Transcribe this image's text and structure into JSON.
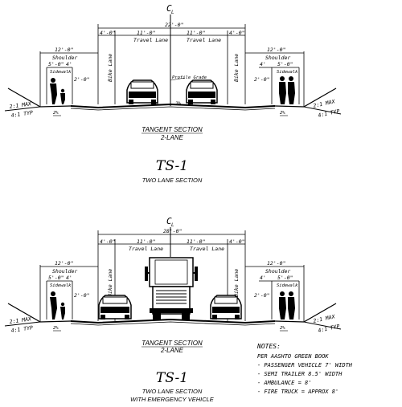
{
  "top": {
    "centerline": "C",
    "centerline_sub": "L",
    "total_width": "22'-0\"",
    "bike_dim_left": "4'-0\"",
    "bike_dim_right": "4'-0\"",
    "travel_dim_left": "11'-0\"",
    "travel_dim_right": "11'-0\"",
    "travel_lane_left": "Travel Lane",
    "travel_lane_right": "Travel Lane",
    "bike_lane_left": "Bike Lane",
    "bike_lane_right": "Bike Lane",
    "profile_grade": "Profile Grade",
    "slope_center_left": "2%",
    "slope_center_right": "2%",
    "shoulder_dim_left": "12'-0\"",
    "shoulder_dim_right": "12'-0\"",
    "shoulder_left": "Shoulder",
    "shoulder_right": "Shoulder",
    "sidewalk_dim_left": "5'-0\"",
    "buffer_dim_left": "4'",
    "sidewalk_dim_right": "5'-0\"",
    "buffer_dim_right": "4'",
    "sidewalk_left": "Sidewalk",
    "sidewalk_right": "Sidewalk",
    "curb_dim_left": "2'-0\"",
    "curb_dim_right": "2'-0\"",
    "side_slope_left": "2%",
    "side_slope_right": "2%",
    "max_left": "2:1 MAX",
    "typ_left": "4:1 TYP",
    "max_right": "2:1 MAX",
    "typ_right": "4:1 TYP",
    "caption_line1": "TANGENT SECTION",
    "caption_line2": "2-LANE",
    "ts_title": "TS-1",
    "ts_subtitle": "TWO LANE SECTION"
  },
  "bottom": {
    "centerline": "C",
    "centerline_sub": "L",
    "total_width": "28'-0\"",
    "bike_dim_left": "4'-0\"",
    "bike_dim_right": "4'-0\"",
    "travel_dim_left": "11'-0\"",
    "travel_dim_right": "11'-0\"",
    "travel_lane_left": "Travel Lane",
    "travel_lane_right": "Travel Lane",
    "bike_lane_left": "Bike Lane",
    "bike_lane_right": "Bike Lane",
    "shoulder_dim_left": "12'-0\"",
    "shoulder_dim_right": "12'-0\"",
    "shoulder_left": "Shoulder",
    "shoulder_right": "Shoulder",
    "sidewalk_dim_left": "5'-0\"",
    "buffer_dim_left": "4'",
    "sidewalk_dim_right": "5'-0\"",
    "buffer_dim_right": "4'",
    "sidewalk_left": "Sidewalk",
    "sidewalk_right": "Sidewalk",
    "curb_dim_left": "2'-0\"",
    "curb_dim_right": "2'-0\"",
    "side_slope_left": "2%",
    "side_slope_right": "2%",
    "max_left": "2:1 MAX",
    "typ_left": "4:1 TYP",
    "max_right": "2:1 MAX",
    "typ_right": "4:1 TYP",
    "caption_line1": "TANGENT SECTION",
    "caption_line2": "2-LANE",
    "ts_title": "TS-1",
    "ts_subtitle_line1": "TWO LANE SECTION",
    "ts_subtitle_line2": "WITH EMERGENCY VEHICLE"
  },
  "notes": {
    "heading": "NOTES:",
    "lines": [
      "PER AASHTO GREEN BOOK",
      "- PASSENGER VEHICLE 7' WIDTH",
      "- SEMI TRAILER 8.5' WIDTH",
      "- AMBULANCE = 8'",
      "- FIRE TRUCK = APPROX 8'"
    ]
  }
}
